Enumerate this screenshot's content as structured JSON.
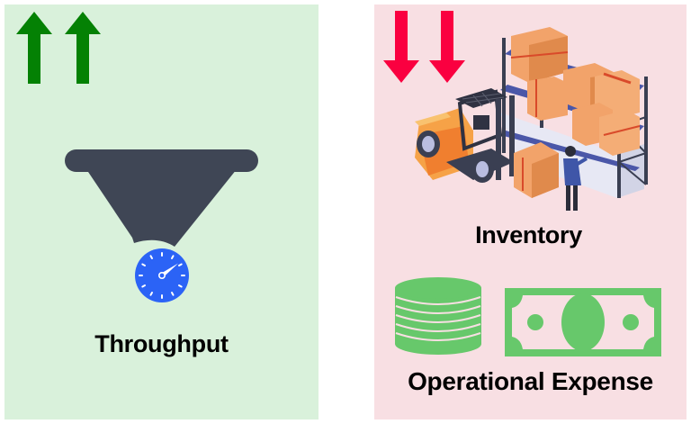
{
  "left_panel": {
    "background": "#d9f1db",
    "arrows": {
      "direction": "up",
      "count": 2,
      "color": "#048104",
      "icon": "arrow-up-icon"
    },
    "illustration": {
      "icon": "funnel-icon",
      "funnel_color": "#3f4655",
      "gauge_icon": "speedometer-icon",
      "gauge_color": "#2b63f6"
    },
    "label": "Throughput"
  },
  "right_panel": {
    "background": "#f8dfe3",
    "arrows": {
      "direction": "down",
      "count": 2,
      "color": "#fa0040",
      "icon": "arrow-down-icon"
    },
    "inventory": {
      "icon": "forklift-warehouse-icon",
      "label": "Inventory"
    },
    "operational_expense": {
      "icons": [
        "coin-stack-icon",
        "banknote-icon"
      ],
      "icon_color": "#67c86b",
      "label": "Operational Expense"
    }
  }
}
